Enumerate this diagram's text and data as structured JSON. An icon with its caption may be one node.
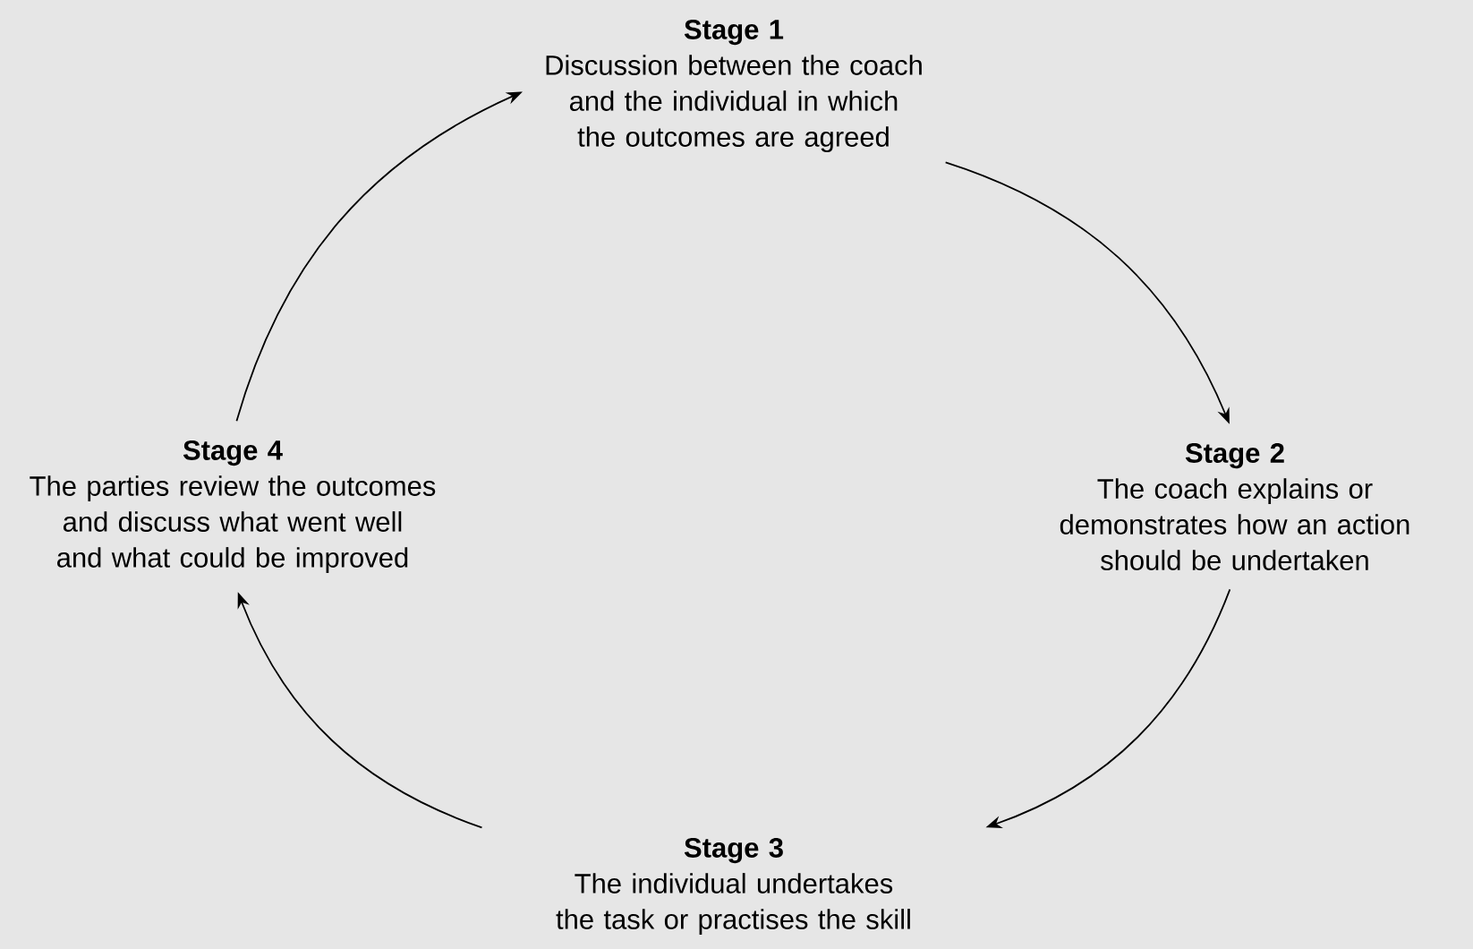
{
  "diagram": {
    "nodes": [
      {
        "text": [
          "Stage 1",
          "Discussion between the coach and the individual in which the outcomes are agreed"
        ]
      },
      {
        "text": [
          "Stage 2",
          "The coach explains or demonstrates how an action should be undertaken"
        ]
      },
      {
        "text": [
          "Stage 3",
          "The individual undertakes the task or practises the skill"
        ]
      },
      {
        "text": [
          "Stage 4",
          "The parties review the outcomes and discuss what went well and what could be improved"
        ]
      }
    ],
    "edges": [
      {
        "from": 0,
        "to": 1,
        "arrow": "to"
      },
      {
        "from": 1,
        "to": 2,
        "arrow": "to"
      },
      {
        "from": 2,
        "to": 3,
        "arrow": "to"
      },
      {
        "from": 3,
        "to": 0,
        "arrow": "to"
      }
    ]
  }
}
